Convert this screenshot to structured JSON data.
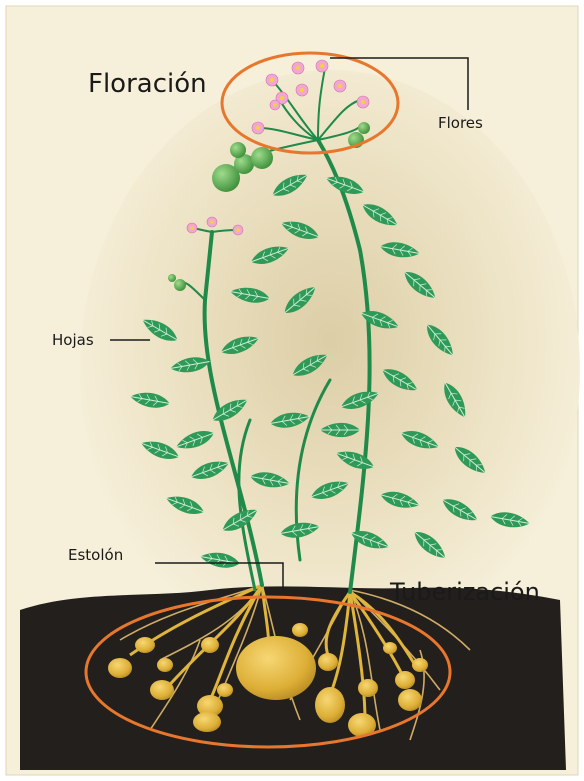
{
  "labels": {
    "floracion": "Floración",
    "flores": "Flores",
    "hojas": "Hojas",
    "estolon": "Estolón",
    "tuberizacion": "Tuberización"
  },
  "colors": {
    "background": "#f6efd9",
    "soil": "#231f1c",
    "stem": "#1f8a4a",
    "leaf": "#2f9a57",
    "leaf_light": "#7fcf95",
    "tuber": "#e3b640",
    "highlight_ring": "#e8772e",
    "flower": "#f2a7d2"
  }
}
